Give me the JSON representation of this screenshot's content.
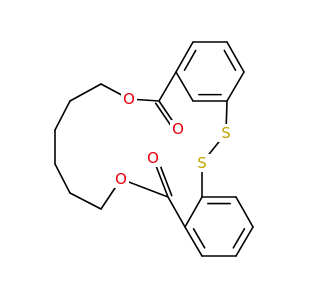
{
  "molecule": {
    "atoms": [
      {
        "id": "O1",
        "symbol": "O",
        "color": "#e8000b"
      },
      {
        "id": "O2",
        "symbol": "O",
        "color": "#e8000b"
      },
      {
        "id": "O3",
        "symbol": "O",
        "color": "#e8000b"
      },
      {
        "id": "O4",
        "symbol": "O",
        "color": "#e8000b"
      },
      {
        "id": "S1",
        "symbol": "S",
        "color": "#bfa600"
      },
      {
        "id": "S2",
        "symbol": "S",
        "color": "#bfa600"
      }
    ],
    "bond_color": "#000000",
    "background": "#ffffff"
  }
}
